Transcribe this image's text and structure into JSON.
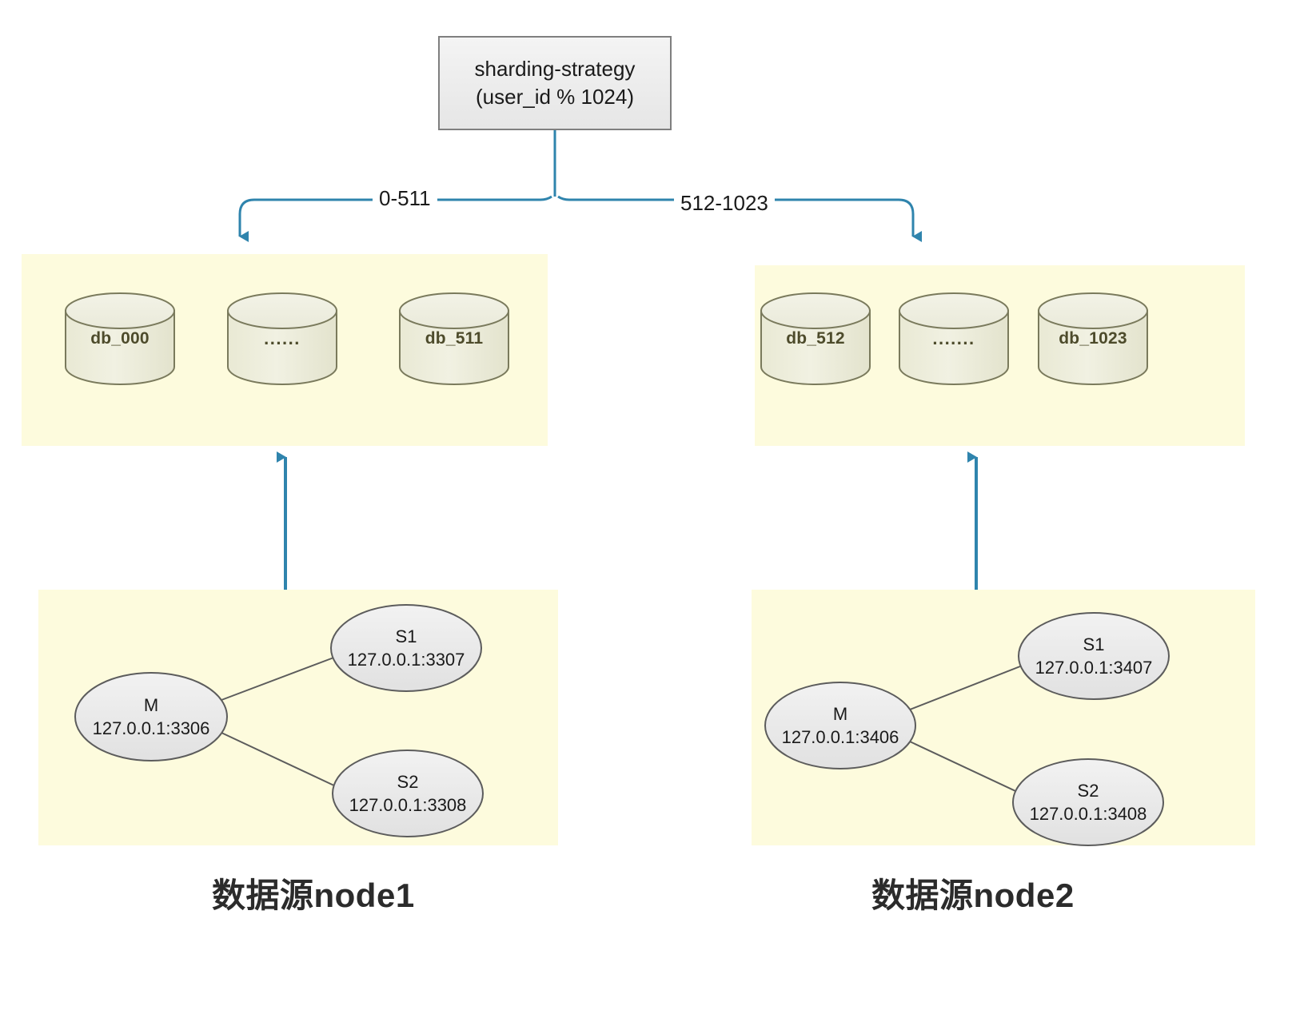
{
  "diagram": {
    "title_box": {
      "line1": "sharding-strategy",
      "line2": "(user_id % 1024)"
    },
    "edges": [
      {
        "label": "0-511",
        "from": "sharding-strategy",
        "to": "db-group-left"
      },
      {
        "label": "512-1023",
        "from": "sharding-strategy",
        "to": "db-group-right"
      }
    ],
    "db_groups": [
      {
        "id": "db-group-left",
        "range": "0-511",
        "databases": [
          {
            "label": "db_000"
          },
          {
            "label": "......"
          },
          {
            "label": "db_511"
          }
        ]
      },
      {
        "id": "db-group-right",
        "range": "512-1023",
        "databases": [
          {
            "label": "db_512"
          },
          {
            "label": "......."
          },
          {
            "label": "db_1023"
          }
        ]
      }
    ],
    "datasources": [
      {
        "id": "node1",
        "caption": "数据源node1",
        "nodes": [
          {
            "role": "M",
            "address": "127.0.0.1:3306"
          },
          {
            "role": "S1",
            "address": "127.0.0.1:3307"
          },
          {
            "role": "S2",
            "address": "127.0.0.1:3308"
          }
        ]
      },
      {
        "id": "node2",
        "caption": "数据源node2",
        "nodes": [
          {
            "role": "M",
            "address": "127.0.0.1:3406"
          },
          {
            "role": "S1",
            "address": "127.0.0.1:3407"
          },
          {
            "role": "S2",
            "address": "127.0.0.1:3408"
          }
        ]
      }
    ],
    "colors": {
      "panel_fill": "#fdfbdd",
      "arrow_blue": "#2f84ad",
      "cylinder_fill": "#eeeedc",
      "cylinder_stroke": "#7a7a5c",
      "ellipse_fill": "#e8e8e8",
      "ellipse_stroke": "#5c5c5c",
      "box_fill": "#efefef",
      "box_stroke": "#7f7f7f",
      "canvas": "#ffffff"
    }
  }
}
